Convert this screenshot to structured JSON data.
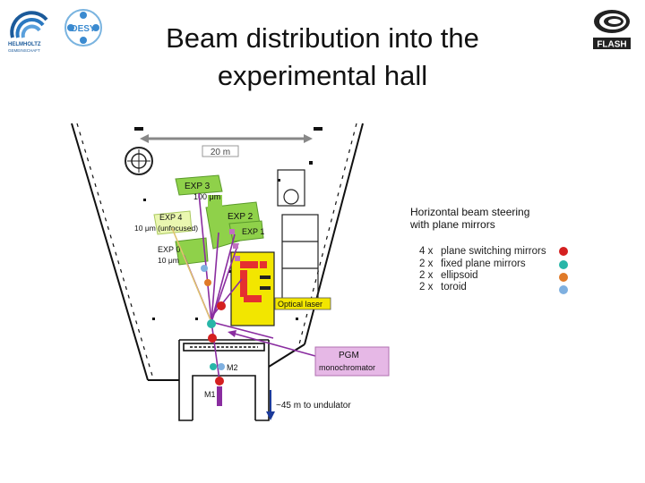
{
  "title_line1": "Beam distribution into the",
  "title_line2": "experimental hall",
  "logos": {
    "helmholtz_text": "HELMHOLTZ\nGEMEINSCHAFT",
    "desy_text": "DESY",
    "flash_text": "FLASH"
  },
  "legend": {
    "title_line1": "Horizontal beam steering",
    "title_line2": "with plane mirrors",
    "rows": [
      {
        "count": "4 x",
        "label": "plane switching mirrors",
        "color": "#d42020"
      },
      {
        "count": "2 x",
        "label": "fixed plane mirrors",
        "color": "#28b6a8"
      },
      {
        "count": "2 x",
        "label": "ellipsoid",
        "color": "#e07a28"
      },
      {
        "count": "2 x",
        "label": "toroid",
        "color": "#7fb0e0"
      }
    ]
  },
  "diagram": {
    "distance_label": "20 m",
    "exp": {
      "bl3_name": "EXP 3",
      "bl3_sub": "100 μm",
      "bl2_name": "EXP 2",
      "bl1_name": "EXP 1",
      "pg_name": "EXP 4",
      "pg_sub": "10 μm (unfocused)",
      "bl0_name": "EXP 0",
      "bl0_sub": "10 μm"
    },
    "optical_laser": "Optical laser",
    "pgm_line1": "PGM",
    "pgm_line2": "monochromator",
    "m1": "M1",
    "m2": "M2",
    "undulator": "~45 m to undulator"
  }
}
